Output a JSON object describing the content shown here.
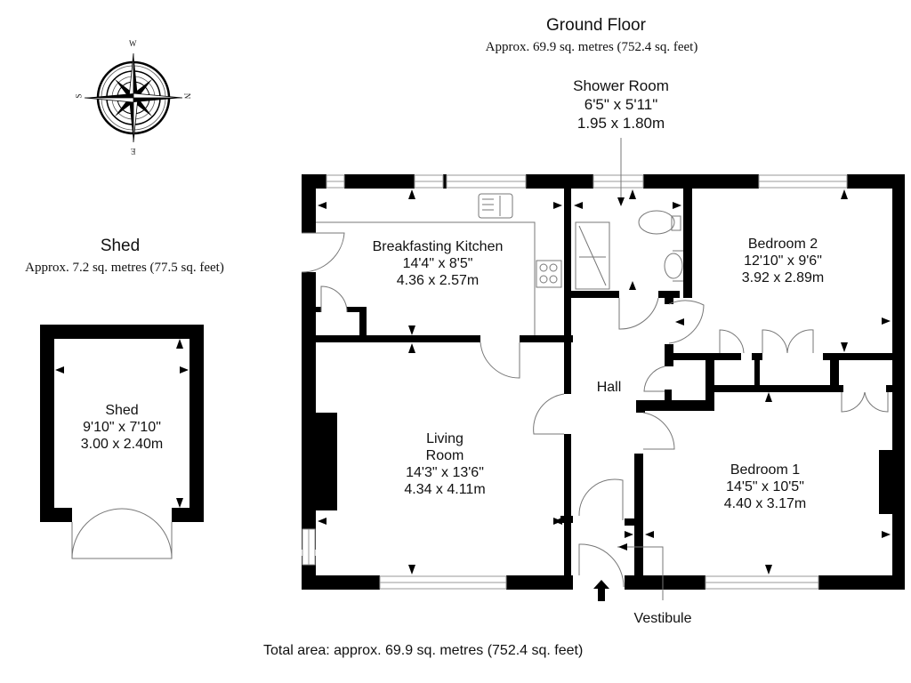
{
  "header": {
    "floor_title": "Ground Floor",
    "floor_area": "Approx. 69.9 sq. metres (752.4 sq. feet)"
  },
  "compass": {
    "icon": "compass-rose-icon",
    "labels": {
      "top": "W",
      "right": "N",
      "bottom": "E",
      "left": "S"
    }
  },
  "shed_block": {
    "title": "Shed",
    "area": "Approx. 7.2 sq. metres (77.5 sq. feet)"
  },
  "rooms": {
    "shed": {
      "name": "Shed",
      "imperial": "9'10\" x 7'10\"",
      "metric": "3.00 x 2.40m"
    },
    "shower_room": {
      "name": "Shower Room",
      "imperial": "6'5\" x 5'11\"",
      "metric": "1.95 x 1.80m"
    },
    "kitchen": {
      "name": "Breakfasting Kitchen",
      "imperial": "14'4\" x 8'5\"",
      "metric": "4.36 x 2.57m"
    },
    "bedroom2": {
      "name": "Bedroom 2",
      "imperial": "12'10\" x 9'6\"",
      "metric": "3.92 x 2.89m"
    },
    "hall": {
      "name": "Hall"
    },
    "living_room": {
      "name_line1": "Living",
      "name_line2": "Room",
      "imperial": "14'3\" x 13'6\"",
      "metric": "4.34 x 4.11m"
    },
    "bedroom1": {
      "name": "Bedroom 1",
      "imperial": "14'5\" x 10'5\"",
      "metric": "4.40 x 3.17m"
    },
    "vestibule": {
      "name": "Vestibule"
    }
  },
  "footer": {
    "total_area": "Total area: approx. 69.9 sq. metres (752.4 sq. feet)"
  },
  "colors": {
    "wall": "#000000",
    "line": "#8a8a8a",
    "background": "#ffffff"
  }
}
